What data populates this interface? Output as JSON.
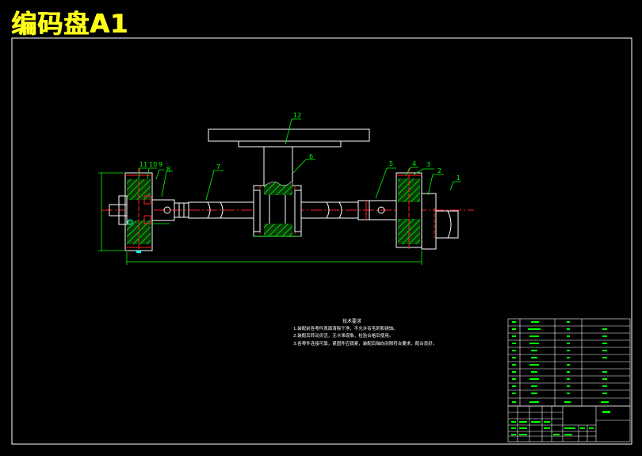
{
  "page_title": "编码盘A1",
  "colors": {
    "background": "#000000",
    "frame": "#ffffff",
    "outline": "#ffffff",
    "dimension": "#00ff00",
    "hatch": "#00cc00",
    "centerline": "#ff2020",
    "title_text": "#ffff1a",
    "accent": "#00ffff"
  },
  "balloons": [
    "1",
    "2",
    "3",
    "4",
    "5",
    "6",
    "7",
    "8",
    "9",
    "10",
    "11",
    "12"
  ],
  "tech_requirements": {
    "heading": "技术要求",
    "lines": [
      "1.装配前各零件表面清除干净，不允许有毛刺和锈蚀。",
      "2.装配后转动灵活，无卡滞现象，检验合格后使用。",
      "3.各零件连接可靠，紧固件应锁紧，装配后轴向间隙符合要求，配合良好。"
    ]
  }
}
